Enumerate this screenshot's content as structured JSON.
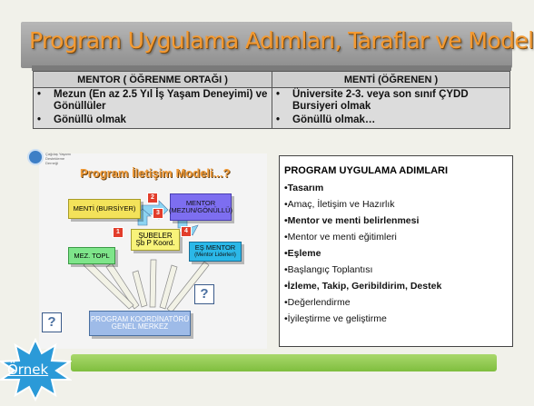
{
  "slide": {
    "title": "Program Uygulama Adımları, Taraflar ve Model"
  },
  "roles_table": {
    "headers": [
      "MENTOR ( ÖĞRENME ORTAĞI )",
      "MENTİ (ÖĞRENEN )"
    ],
    "mentor_items": [
      {
        "text": "Mezun (En az 2.5 Yıl  İş Yaşam Deneyimi) ve Gönüllüler",
        "bold": false
      },
      {
        "text": "Gönüllü olmak",
        "bold": true
      }
    ],
    "menti_items": [
      {
        "text": "Üniversite 2-3. veya son sınıf ÇYDD Bursiyeri olmak",
        "bold": false
      },
      {
        "text": "Gönüllü olmak…",
        "bold": true
      }
    ],
    "bullet": "•"
  },
  "diagram": {
    "title": "Program İletişim Modeli...?",
    "logo_caption": "Çağdaş Yaşamı Destekleme Derneği",
    "boxes": {
      "menti": "MENTİ (BURSİYER)",
      "mentor_top": "MENTOR",
      "mentor_bottom": "(MEZUN/GÖNÜLLÜ)",
      "subeler_top": "ŞUBELER",
      "subeler_bottom": "Şb P Koord.",
      "esmentor_top": "EŞ MENTOR",
      "esmentor_bottom": "(Mentor Liderleri)",
      "mez_topl": "MEZ. TOPL",
      "koord_top": "PROGRAM KOORDİNATÖRÜ",
      "koord_bottom": "GENEL MERKEZ"
    },
    "badges": [
      "1",
      "2",
      "3",
      "4"
    ],
    "question_mark": "?"
  },
  "steps": {
    "title": "PROGRAM UYGULAMA ADIMLARI",
    "items": [
      {
        "text": "•Tasarım",
        "bold": true
      },
      {
        "text": "•Amaç, İletişim ve Hazırlık",
        "bold": false
      },
      {
        "text": "•Mentor ve menti belirlenmesi",
        "bold": true
      },
      {
        "text": "•Mentor ve menti eğitimleri",
        "bold": false
      },
      {
        "text": "•Eşleme",
        "bold": true
      },
      {
        "text": "•Başlangıç Toplantısı",
        "bold": false
      },
      {
        "text": "•İzleme, Takip, Geribildirim, Destek",
        "bold": true
      },
      {
        "text": "•Değerlendirme",
        "bold": false
      },
      {
        "text": "•İyileştirme ve geliştirme",
        "bold": false
      }
    ]
  },
  "footer": {
    "star_label": "Örnek"
  },
  "colors": {
    "title_orange": "#f39a33",
    "menti_box": "#f3e25a",
    "mentor_box": "#7d6ef0",
    "subeler_box": "#f8f37a",
    "esmentor_box": "#2bb8e8",
    "meztopl_box": "#7ee58a",
    "koord_box": "#9ebbe8",
    "badge_red": "#e23d2b",
    "green_bar": "#8cc84a",
    "star_blue": "#2b9ad8"
  }
}
